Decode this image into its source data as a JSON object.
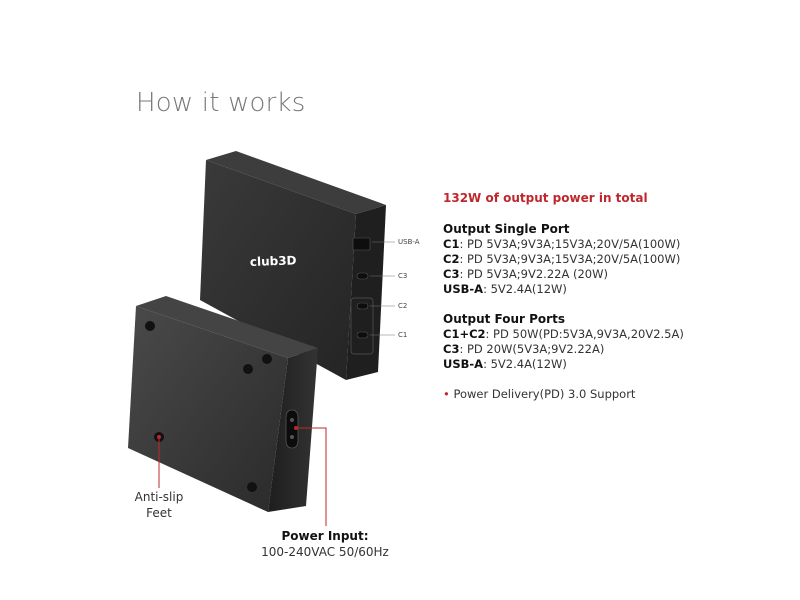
{
  "page": {
    "title": "How it works"
  },
  "specs": {
    "headline": "132W of output power in total",
    "single_port": {
      "title": "Output Single Port",
      "lines": [
        {
          "port": "C1",
          "value": ": PD 5V3A;9V3A;15V3A;20V/5A(100W)"
        },
        {
          "port": "C2",
          "value": ": PD 5V3A;9V3A;15V3A;20V/5A(100W)"
        },
        {
          "port": "C3",
          "value": ": PD 5V3A;9V2.22A (20W)"
        },
        {
          "port": "USB-A",
          "value": ": 5V2.4A(12W)"
        }
      ]
    },
    "four_ports": {
      "title": "Output Four Ports",
      "lines": [
        {
          "port": "C1+C2",
          "value": ": PD 50W(PD:5V3A,9V3A,20V2.5A)"
        },
        {
          "port": "C3",
          "value": ": PD 20W(5V3A;9V2.22A)"
        },
        {
          "port": "USB-A",
          "value": ": 5V2.4A(12W)"
        }
      ]
    },
    "bullet": {
      "marker": "•",
      "text": "Power Delivery(PD) 3.0 Support"
    }
  },
  "device": {
    "brand_logo": "club3D",
    "port_labels": {
      "usba": "USB-A",
      "c3": "C3",
      "c2": "C2",
      "c1": "C1"
    },
    "colors": {
      "body": "#2b2b2b",
      "accent": "#c0272d"
    }
  },
  "callouts": {
    "antislip_line1": "Anti-slip",
    "antislip_line2": "Feet",
    "power_title": "Power Input:",
    "power_value": "100-240VAC 50/60Hz"
  }
}
